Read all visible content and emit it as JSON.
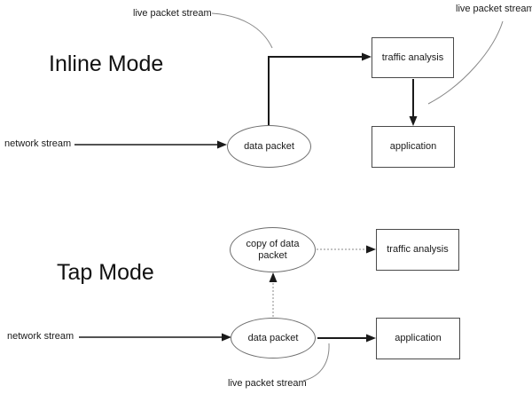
{
  "colors": {
    "arrow": "#1a1a1a",
    "box_border": "#4a4a4a",
    "ellipse_border": "#6e6e6e",
    "leader_line": "#888888",
    "dotted_line": "#888888",
    "text": "#1a1a1a",
    "background": "#ffffff"
  },
  "inline_mode": {
    "title": "Inline Mode",
    "network_stream_label": "network stream",
    "live_packet_stream_label_left": "live packet stream",
    "live_packet_stream_label_right": "live packet stream",
    "nodes": {
      "data_packet": "data packet",
      "traffic_analysis": "traffic analysis",
      "application": "application"
    }
  },
  "tap_mode": {
    "title": "Tap Mode",
    "network_stream_label": "network stream",
    "live_packet_stream_label": "live packet stream",
    "nodes": {
      "copy_of_data_packet": "copy of data\npacket",
      "data_packet": "data packet",
      "traffic_analysis": "traffic analysis",
      "application": "application"
    }
  }
}
